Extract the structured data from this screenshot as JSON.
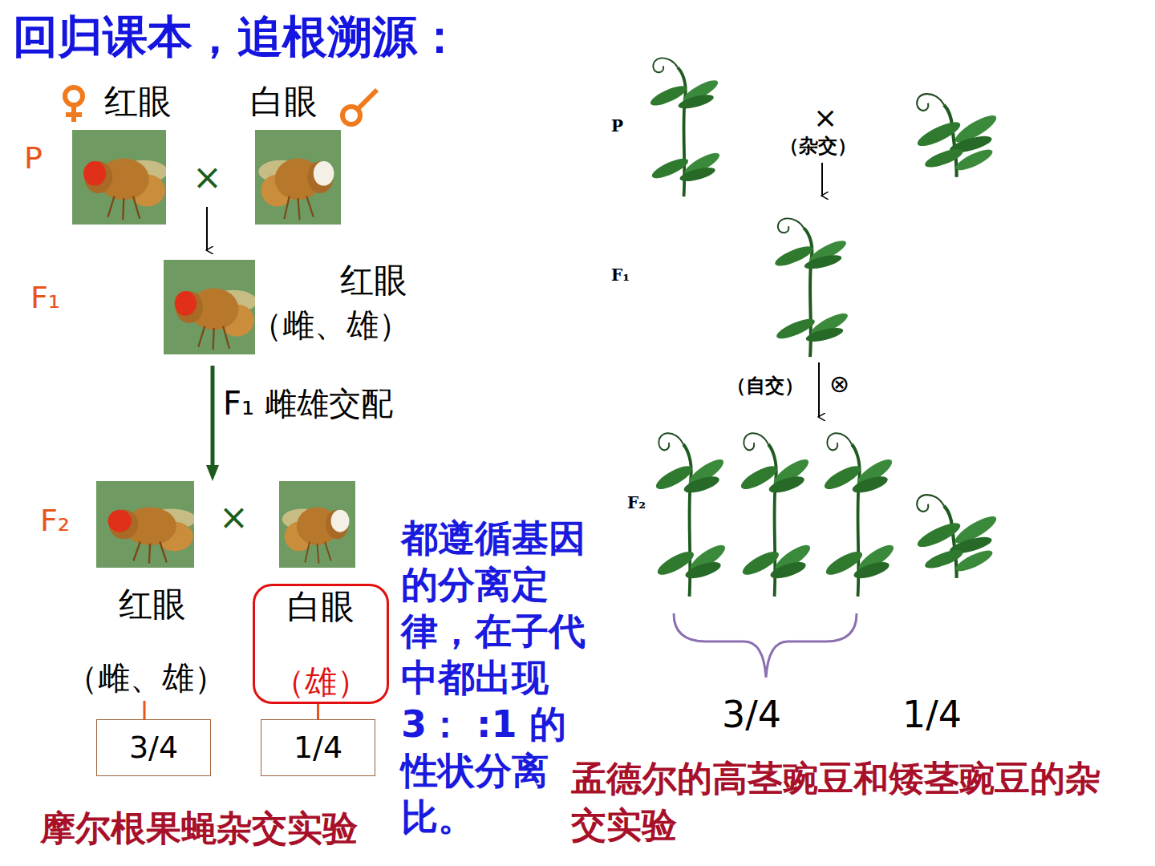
{
  "diagram": {
    "title": "回归课本，追根溯源：",
    "nodes": [
      {
        "text": [
          "白眼",
          "（雄）"
        ]
      },
      {
        "text": [
          "3/4"
        ]
      },
      {
        "text": [
          "1/4"
        ]
      }
    ],
    "edges": [
      {
        "from": 0,
        "to": 2,
        "arrow": "none"
      }
    ],
    "labels": [
      "红眼",
      "白眼",
      "P",
      "×",
      "F₁",
      "红眼",
      "（雌、雄）",
      "F₁ 雌雄交配",
      "F₂",
      "×",
      "红眼",
      "（雌、雄）",
      "都遵循基因的分离定律，在子代中都出现3： :1 的性状分离比。",
      "摩尔根果蝇杂交实验",
      "P",
      "×",
      "（杂交）",
      "F₁",
      "（自交）",
      "⊗",
      "F₂",
      "3/4",
      "1/4",
      "孟德尔的高茎豌豆和矮茎豌豆的杂交实验"
    ]
  }
}
